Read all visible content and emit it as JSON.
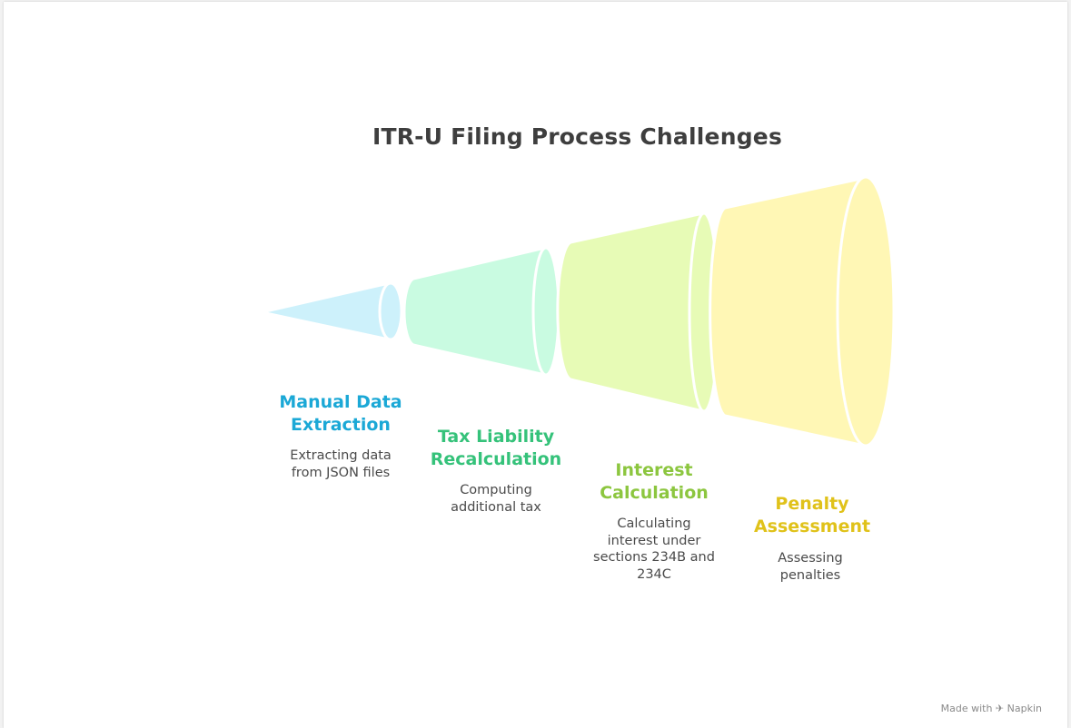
{
  "title": "ITR-U Filing Process Challenges",
  "stages": [
    {
      "label_line1": "Manual Data",
      "label_line2": "Extraction",
      "desc_line1": "Extracting data",
      "desc_line2": "from JSON files",
      "color": "#1ba8d6",
      "fill": "#cdf1fb"
    },
    {
      "label_line1": "Tax Liability",
      "label_line2": "Recalculation",
      "desc_line1": "Computing",
      "desc_line2": "additional tax",
      "color": "#35c27a",
      "fill": "#c9fbe1"
    },
    {
      "label_line1": "Interest",
      "label_line2": "Calculation",
      "desc_line1": "Calculating",
      "desc_line2": "interest under",
      "desc_line3": "sections 234B and",
      "desc_line4": "234C",
      "color": "#8cc63f",
      "fill": "#e7fbb6"
    },
    {
      "label_line1": "Penalty",
      "label_line2": "Assessment",
      "desc_line1": "Assessing",
      "desc_line2": "penalties",
      "color": "#e0c21a",
      "fill": "#fff7b5"
    }
  ],
  "footer": "Made with ✈ Napkin"
}
